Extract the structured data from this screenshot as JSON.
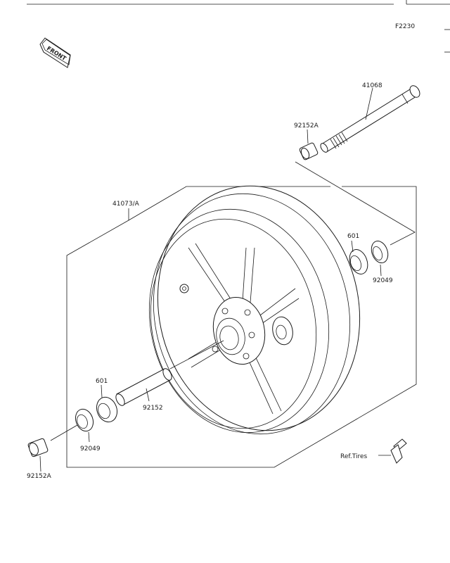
{
  "figure_code": "F2230",
  "front_arrow_text": "FRONT",
  "parts": {
    "axle": "41068",
    "collar_top": "92152A",
    "collar_bottom": "92152A",
    "wheel": "41073/A",
    "bearing_right": "601",
    "bearing_left": "601",
    "seal_right": "92049",
    "seal_left": "92049",
    "spacer": "92152",
    "tires_ref": "Ref.Tires"
  }
}
